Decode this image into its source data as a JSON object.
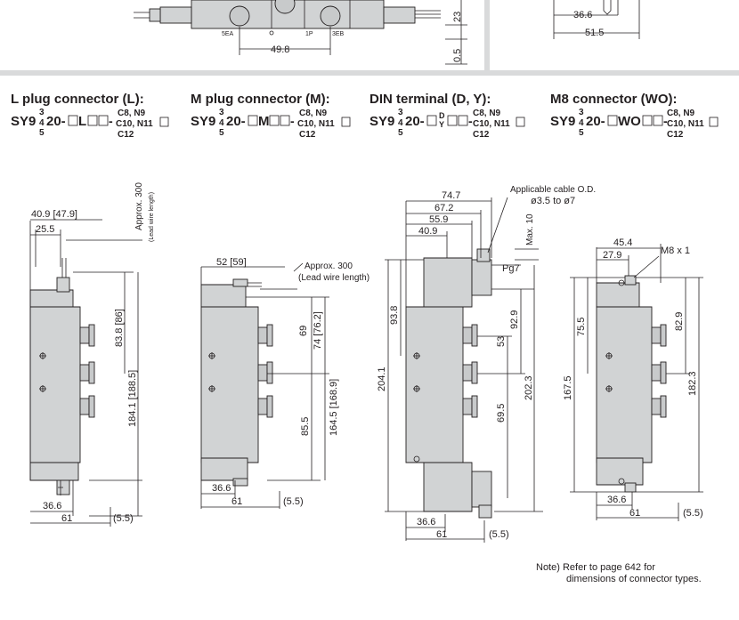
{
  "top": {
    "dims": [
      "49.8",
      "23",
      "0.5",
      "36.6",
      "51.5"
    ],
    "port_labels": [
      "5EA",
      "1P",
      "3EB"
    ]
  },
  "headers": [
    {
      "title": "L plug connector (L):",
      "code_pre": "SY9",
      "code_mid": "20-",
      "code_conn": "L",
      "sup3": "3",
      "sup4": "4",
      "sup5": "5",
      "opt1": "C8, N9",
      "opt2": "C10, N11",
      "opt3": "C12"
    },
    {
      "title": "M plug connector (M):",
      "code_pre": "SY9",
      "code_mid": "20-",
      "code_conn": "M",
      "sup3": "3",
      "sup4": "4",
      "sup5": "5",
      "opt1": "C8, N9",
      "opt2": "C10, N11",
      "opt3": "C12"
    },
    {
      "title": "DIN terminal (D, Y):",
      "code_pre": "SY9",
      "code_mid": "20-",
      "code_conn": "",
      "conn_d": "D",
      "conn_y": "Y",
      "sup3": "3",
      "sup4": "4",
      "sup5": "5",
      "opt1": "C8, N9",
      "opt2": "C10, N11",
      "opt3": "C12"
    },
    {
      "title": "M8 connector (WO):",
      "code_pre": "SY9",
      "code_mid": "20-",
      "code_conn": "WO",
      "sup3": "3",
      "sup4": "4",
      "sup5": "5",
      "opt1": "C8, N9",
      "opt2": "C10, N11",
      "opt3": "C12"
    }
  ],
  "views": {
    "L": {
      "d_width": "40.9 [47.9]",
      "d_25": "25.5",
      "lead": "Approx. 300",
      "lead2": "(Lead wire length)",
      "d_838": "83.8 [86]",
      "d_1841": "184.1 [188.5]",
      "d_366": "36.6",
      "d_61": "61",
      "d_55": "(5.5)"
    },
    "M": {
      "d_52": "52 [59]",
      "lead": "Approx. 300",
      "lead2": "(Lead wire length)",
      "d_69": "69",
      "d_74": "74 [76.2]",
      "d_855": "85.5",
      "d_1645": "164.5 [168.9]",
      "d_366": "36.6",
      "d_61": "61",
      "d_55": "(5.5)"
    },
    "D": {
      "d_747": "74.7",
      "d_672": "67.2",
      "d_559": "55.9",
      "d_409": "40.9",
      "cable": "Applicable cable O.D.",
      "cable2": "ø3.5 to ø7",
      "max10": "Max. 10",
      "pg7": "Pg7",
      "d_938": "93.8",
      "d_929": "92.9",
      "d_53": "53",
      "d_2041": "204.1",
      "d_2023": "202.3",
      "d_695": "69.5",
      "d_366": "36.6",
      "d_61": "61",
      "d_55": "(5.5)"
    },
    "W": {
      "d_454": "45.4",
      "d_279": "27.9",
      "m8": "M8 x 1",
      "d_755": "75.5",
      "d_829": "82.9",
      "d_1675": "167.5",
      "d_1823": "182.3",
      "d_366": "36.6",
      "d_61": "61",
      "d_55": "(5.5)"
    }
  },
  "note": {
    "line1": "Note) Refer to page 642 for",
    "line2": "dimensions of connector types."
  }
}
